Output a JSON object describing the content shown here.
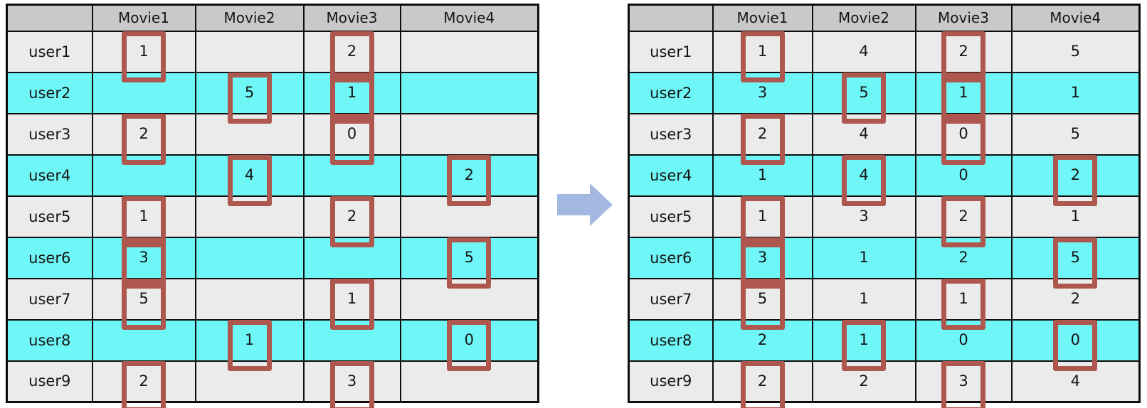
{
  "colors": {
    "cyan": "#6ff7f7",
    "row_gray": "#ebebeb",
    "header_gray": "#c9c9c9",
    "box_red": "#ae574f",
    "arrow_blue": "#a3b9e1",
    "border": "#0d0d0d"
  },
  "arrow": {
    "icon": "right-arrow"
  },
  "left_table": {
    "corner": "",
    "columns": [
      "Movie1",
      "Movie2",
      "Movie3",
      "Movie4"
    ],
    "rows": [
      {
        "label": "user1",
        "shaded": false,
        "cells": [
          {
            "v": "1",
            "boxed": true
          },
          {
            "v": "",
            "boxed": false
          },
          {
            "v": "2",
            "boxed": true
          },
          {
            "v": "",
            "boxed": false
          }
        ]
      },
      {
        "label": "user2",
        "shaded": true,
        "cells": [
          {
            "v": "",
            "boxed": false
          },
          {
            "v": "5",
            "boxed": true
          },
          {
            "v": "1",
            "boxed": true
          },
          {
            "v": "",
            "boxed": false
          }
        ]
      },
      {
        "label": "user3",
        "shaded": false,
        "cells": [
          {
            "v": "2",
            "boxed": true
          },
          {
            "v": "",
            "boxed": false
          },
          {
            "v": "0",
            "boxed": true
          },
          {
            "v": "",
            "boxed": false
          }
        ]
      },
      {
        "label": "user4",
        "shaded": true,
        "cells": [
          {
            "v": "",
            "boxed": false
          },
          {
            "v": "4",
            "boxed": true
          },
          {
            "v": "",
            "boxed": false
          },
          {
            "v": "2",
            "boxed": true
          }
        ]
      },
      {
        "label": "user5",
        "shaded": false,
        "cells": [
          {
            "v": "1",
            "boxed": true
          },
          {
            "v": "",
            "boxed": false
          },
          {
            "v": "2",
            "boxed": true
          },
          {
            "v": "",
            "boxed": false
          }
        ]
      },
      {
        "label": "user6",
        "shaded": true,
        "cells": [
          {
            "v": "3",
            "boxed": true
          },
          {
            "v": "",
            "boxed": false
          },
          {
            "v": "",
            "boxed": false
          },
          {
            "v": "5",
            "boxed": true
          }
        ]
      },
      {
        "label": "user7",
        "shaded": false,
        "cells": [
          {
            "v": "5",
            "boxed": true
          },
          {
            "v": "",
            "boxed": false
          },
          {
            "v": "1",
            "boxed": true
          },
          {
            "v": "",
            "boxed": false
          }
        ]
      },
      {
        "label": "user8",
        "shaded": true,
        "cells": [
          {
            "v": "",
            "boxed": false
          },
          {
            "v": "1",
            "boxed": true
          },
          {
            "v": "",
            "boxed": false
          },
          {
            "v": "0",
            "boxed": true
          }
        ]
      },
      {
        "label": "user9",
        "shaded": false,
        "cells": [
          {
            "v": "2",
            "boxed": true
          },
          {
            "v": "",
            "boxed": false
          },
          {
            "v": "3",
            "boxed": true
          },
          {
            "v": "",
            "boxed": false
          }
        ]
      }
    ]
  },
  "right_table": {
    "corner": "",
    "columns": [
      "Movie1",
      "Movie2",
      "Movie3",
      "Movie4"
    ],
    "rows": [
      {
        "label": "user1",
        "shaded": false,
        "cells": [
          {
            "v": "1",
            "boxed": true
          },
          {
            "v": "4",
            "boxed": false
          },
          {
            "v": "2",
            "boxed": true
          },
          {
            "v": "5",
            "boxed": false
          }
        ]
      },
      {
        "label": "user2",
        "shaded": true,
        "cells": [
          {
            "v": "3",
            "boxed": false
          },
          {
            "v": "5",
            "boxed": true
          },
          {
            "v": "1",
            "boxed": true
          },
          {
            "v": "1",
            "boxed": false
          }
        ]
      },
      {
        "label": "user3",
        "shaded": false,
        "cells": [
          {
            "v": "2",
            "boxed": true
          },
          {
            "v": "4",
            "boxed": false
          },
          {
            "v": "0",
            "boxed": true
          },
          {
            "v": "5",
            "boxed": false
          }
        ]
      },
      {
        "label": "user4",
        "shaded": true,
        "cells": [
          {
            "v": "1",
            "boxed": false
          },
          {
            "v": "4",
            "boxed": true
          },
          {
            "v": "0",
            "boxed": false
          },
          {
            "v": "2",
            "boxed": true
          }
        ]
      },
      {
        "label": "user5",
        "shaded": false,
        "cells": [
          {
            "v": "1",
            "boxed": true
          },
          {
            "v": "3",
            "boxed": false
          },
          {
            "v": "2",
            "boxed": true
          },
          {
            "v": "1",
            "boxed": false
          }
        ]
      },
      {
        "label": "user6",
        "shaded": true,
        "cells": [
          {
            "v": "3",
            "boxed": true
          },
          {
            "v": "1",
            "boxed": false
          },
          {
            "v": "2",
            "boxed": false
          },
          {
            "v": "5",
            "boxed": true
          }
        ]
      },
      {
        "label": "user7",
        "shaded": false,
        "cells": [
          {
            "v": "5",
            "boxed": true
          },
          {
            "v": "1",
            "boxed": false
          },
          {
            "v": "1",
            "boxed": true
          },
          {
            "v": "2",
            "boxed": false
          }
        ]
      },
      {
        "label": "user8",
        "shaded": true,
        "cells": [
          {
            "v": "2",
            "boxed": false
          },
          {
            "v": "1",
            "boxed": true
          },
          {
            "v": "0",
            "boxed": false
          },
          {
            "v": "0",
            "boxed": true
          }
        ]
      },
      {
        "label": "user9",
        "shaded": false,
        "cells": [
          {
            "v": "2",
            "boxed": true
          },
          {
            "v": "2",
            "boxed": false
          },
          {
            "v": "3",
            "boxed": true
          },
          {
            "v": "4",
            "boxed": false
          }
        ]
      }
    ]
  }
}
